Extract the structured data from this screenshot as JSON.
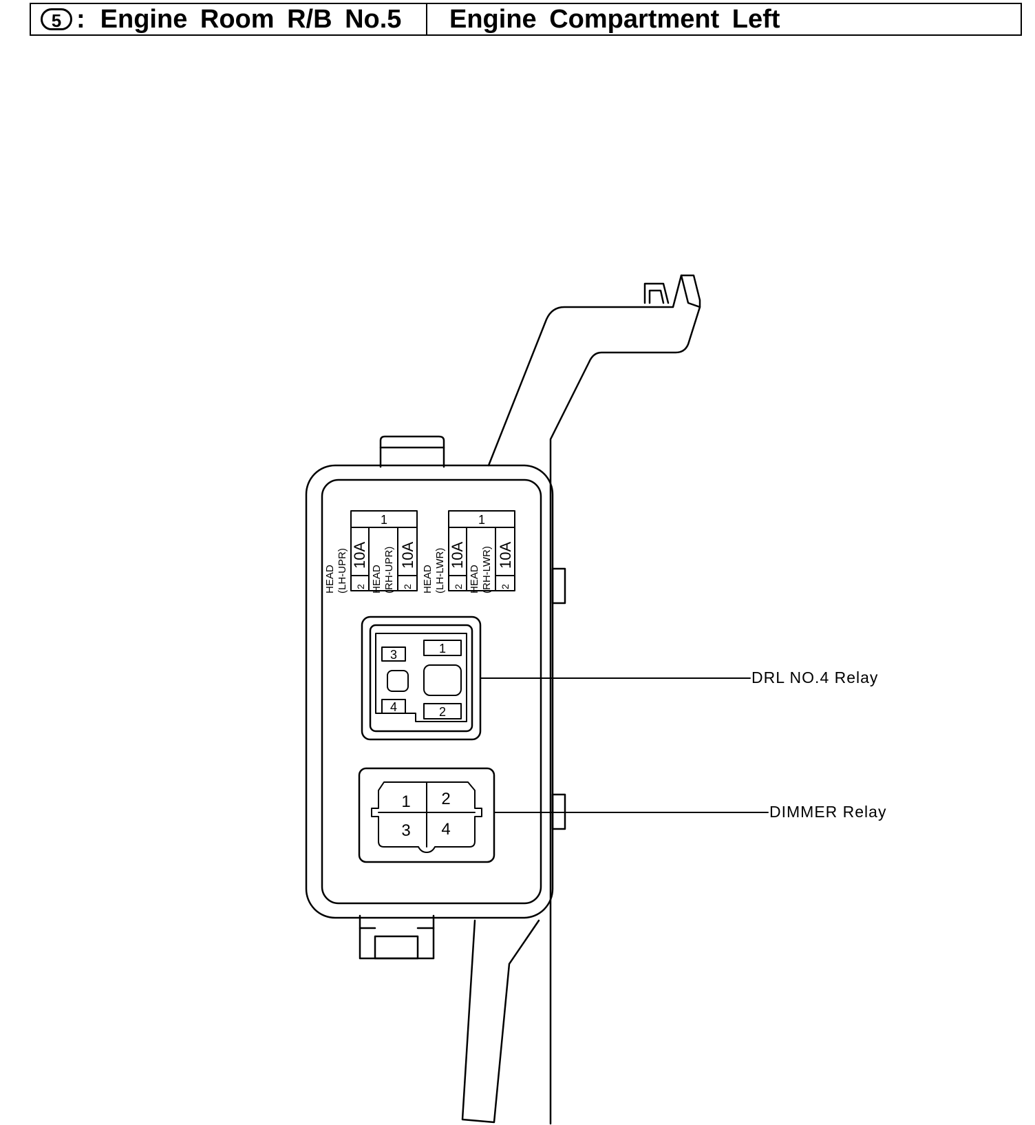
{
  "header": {
    "box_number": "5",
    "separator": ":",
    "title": "Engine Room R/B No.5",
    "location": "Engine Compartment Left"
  },
  "fuse_blocks": [
    {
      "top_terminal": "1",
      "fuses": [
        {
          "name": "HEAD",
          "circuit": "(LH-UPR)",
          "rating": "10A",
          "terminal": "2"
        },
        {
          "name": "HEAD",
          "circuit": "(RH-UPR)",
          "rating": "10A",
          "terminal": "2"
        }
      ]
    },
    {
      "top_terminal": "1",
      "fuses": [
        {
          "name": "HEAD",
          "circuit": "(LH-LWR)",
          "rating": "10A",
          "terminal": "2"
        },
        {
          "name": "HEAD",
          "circuit": "(RH-LWR)",
          "rating": "10A",
          "terminal": "2"
        }
      ]
    }
  ],
  "relays": {
    "drl": {
      "label": "DRL NO.4 Relay",
      "terminals": [
        "1",
        "2",
        "3",
        "4"
      ]
    },
    "dimmer": {
      "label": "DIMMER Relay",
      "terminals": [
        "1",
        "2",
        "3",
        "4"
      ]
    }
  },
  "colors": {
    "line": "#000000",
    "background": "#ffffff"
  }
}
